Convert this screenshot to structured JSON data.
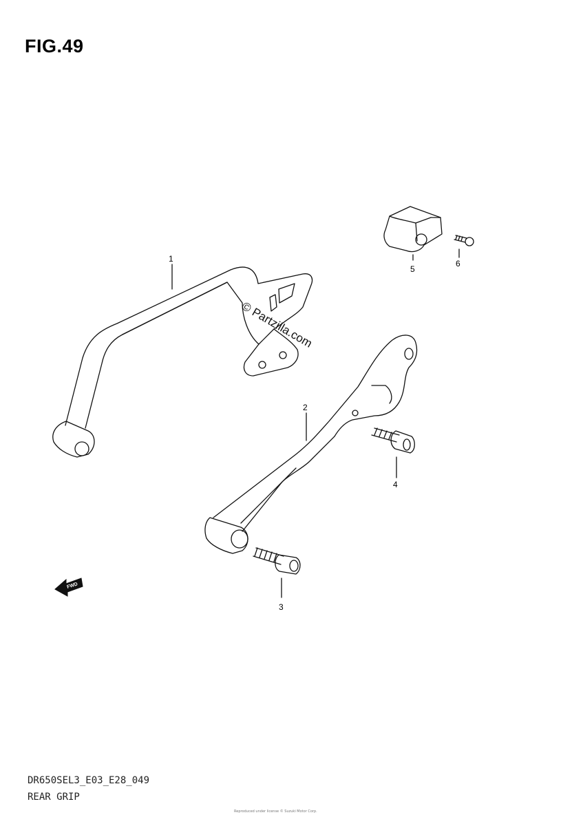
{
  "figure": {
    "title": "FIG.49",
    "code": "DR650SEL3_E03_E28_049",
    "name": "REAR GRIP"
  },
  "callouts": [
    "1",
    "2",
    "3",
    "4",
    "5",
    "6"
  ],
  "watermark": "© Partzilla.com",
  "fwd_marker": "FWD",
  "fine_print": "Reproduced under license © Suzuki Motor Corp."
}
